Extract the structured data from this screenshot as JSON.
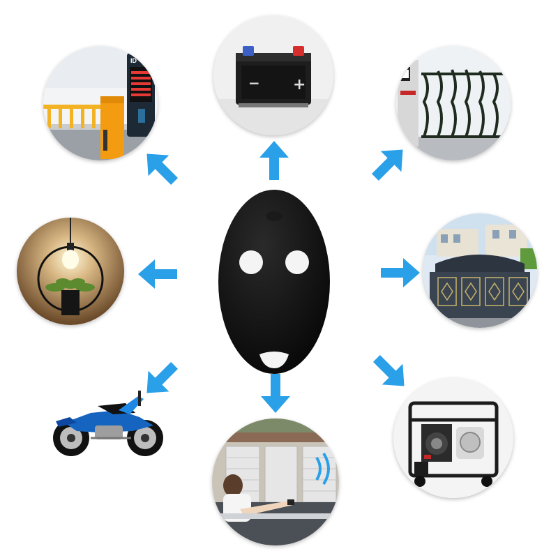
{
  "scene": {
    "subject": "remote-control-key-fob",
    "accent_arrow_color": "#2aa0e8",
    "remote_color": "#0c0c0c",
    "button_color": "#f4f4f4",
    "background_color": "#ffffff"
  },
  "battery": {
    "minus_label": "−",
    "plus_label": "+"
  },
  "barrier_display": {
    "brand_label": "ID"
  },
  "icons": [
    "parking-barrier-photo",
    "car-battery-photo",
    "sliding-gate-photo",
    "pendant-lamp-photo",
    "ornate-gate-photo",
    "motorcycle-photo",
    "garage-door-photo",
    "generator-photo"
  ]
}
